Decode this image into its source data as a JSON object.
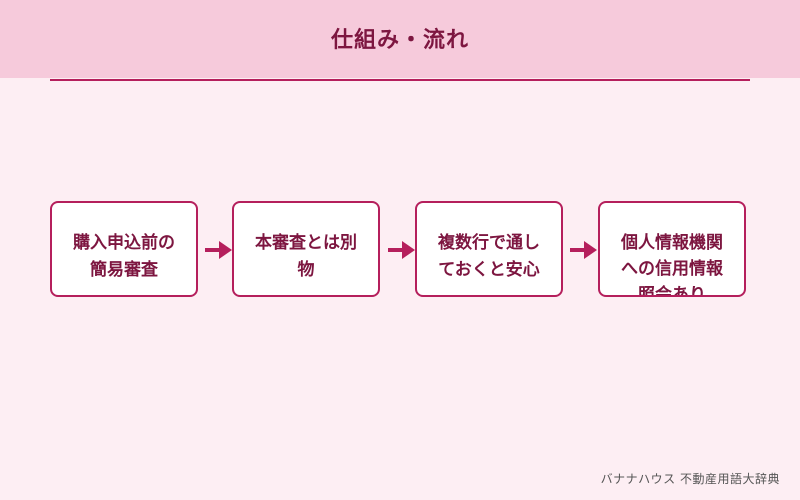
{
  "header": {
    "title": "仕組み・流れ"
  },
  "steps": [
    {
      "label": "購入申込前の\n簡易審査"
    },
    {
      "label": "本審査とは別\n物"
    },
    {
      "label": "複数行で通し\nておくと安心"
    },
    {
      "label": "個人情報機関\nへの信用情報\n照会あり"
    }
  ],
  "footer": {
    "credit": "バナナハウス 不動産用語大辞典"
  },
  "colors": {
    "background": "#fdeef3",
    "header_band": "#f6cadb",
    "accent": "#b51f5c",
    "title_text": "#7d1640",
    "box_fill": "#ffffff"
  }
}
